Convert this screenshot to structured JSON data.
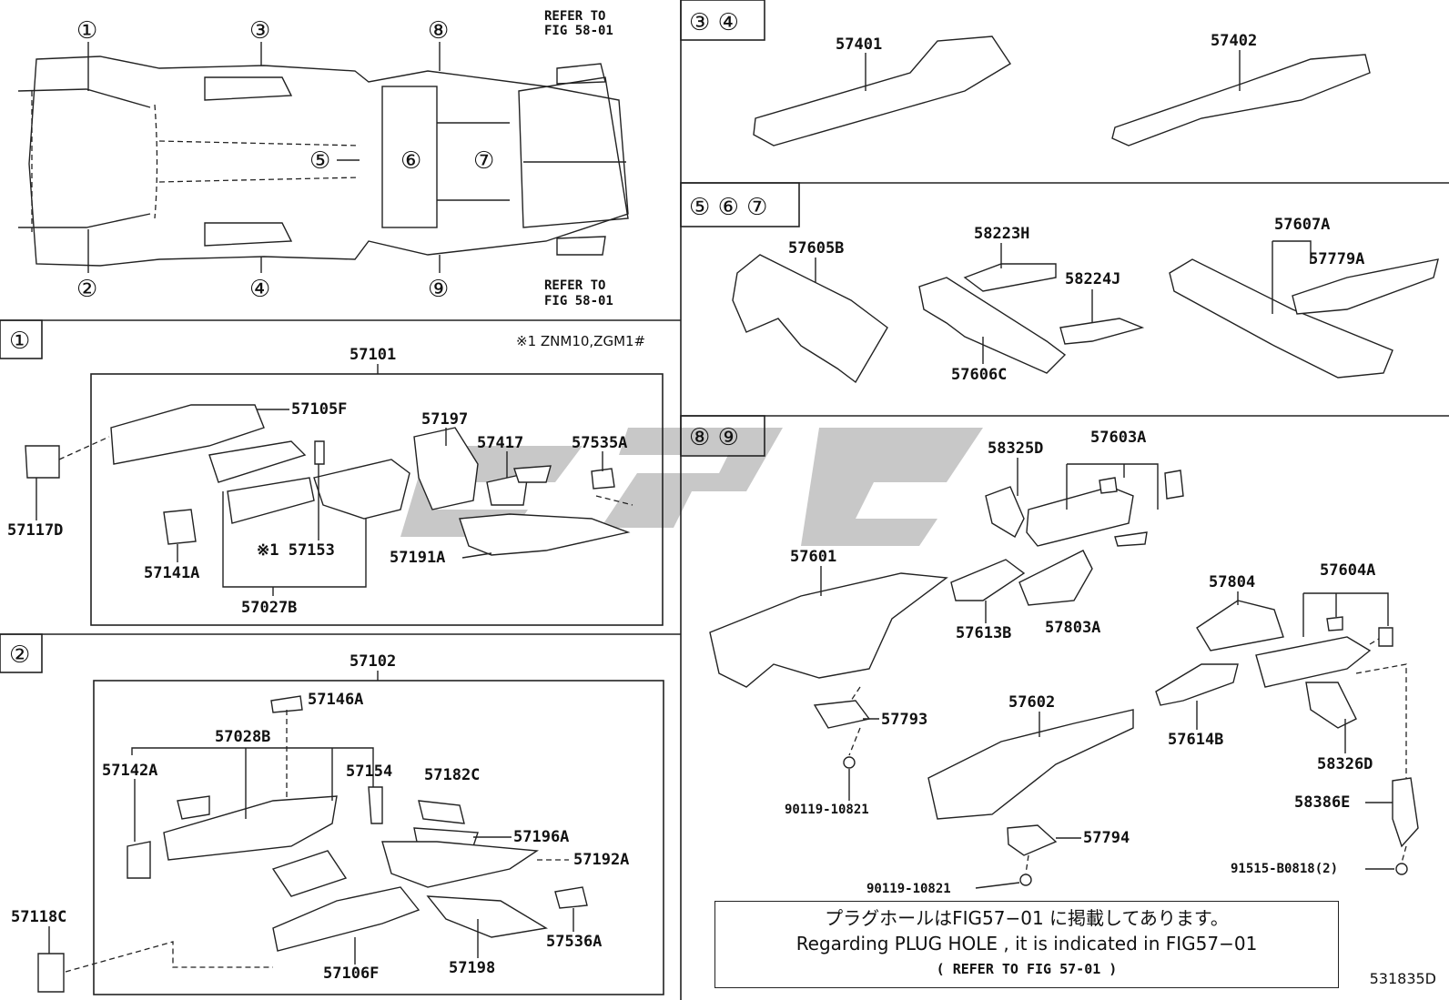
{
  "refs": {
    "top": "REFER TO\nFIG 58-01",
    "bottom": "REFER TO\nFIG 58-01"
  },
  "section_titles": {
    "s1": "①",
    "s2": "②",
    "s34": "③ ④",
    "s567": "⑤ ⑥ ⑦",
    "s89": "⑧ ⑨"
  },
  "overview_markers": [
    "①",
    "②",
    "③",
    "④",
    "⑤",
    "⑥",
    "⑦",
    "⑧",
    "⑨"
  ],
  "section1": {
    "note": "※1 ZNM10,ZGM1#",
    "parts": {
      "p57101": "57101",
      "p57105F": "57105F",
      "p57197": "57197",
      "p57417": "57417",
      "p57535A": "57535A",
      "p57117D": "57117D",
      "p57141A": "57141A",
      "p57153": "※1 57153",
      "p57027B": "57027B",
      "p57191A": "57191A"
    }
  },
  "section2": {
    "parts": {
      "p57102": "57102",
      "p57146A": "57146A",
      "p57028B": "57028B",
      "p57142A": "57142A",
      "p57154": "57154",
      "p57182C": "57182C",
      "p57196A": "57196A",
      "p57192A": "57192A",
      "p57118C": "57118C",
      "p57536A": "57536A",
      "p57106F": "57106F",
      "p57198": "57198"
    }
  },
  "section34": {
    "parts": {
      "p57401": "57401",
      "p57402": "57402"
    }
  },
  "section567": {
    "parts": {
      "p57605B": "57605B",
      "p58223H": "58223H",
      "p58224J": "58224J",
      "p57606C": "57606C",
      "p57607A": "57607A",
      "p57779A": "57779A"
    }
  },
  "section89": {
    "parts": {
      "p58325D": "58325D",
      "p57603A": "57603A",
      "p57601": "57601",
      "p57613B": "57613B",
      "p57803A": "57803A",
      "p57804": "57804",
      "p57604A": "57604A",
      "p57793": "57793",
      "p57602": "57602",
      "p57614B": "57614B",
      "p58326D": "58326D",
      "p90119a": "90119-10821",
      "p57794": "57794",
      "p58386E": "58386E",
      "p91515": "91515-B0818(2)",
      "p90119b": "90119-10821"
    }
  },
  "note_box": {
    "jp": "プラグホールはFIG57−01 に掲載してあります。",
    "en": "Regarding  PLUG HOLE , it is indicated  in  FIG57−01",
    "ref": "(   REFER TO FIG 57-01   )"
  },
  "diagram_code": "531835D"
}
